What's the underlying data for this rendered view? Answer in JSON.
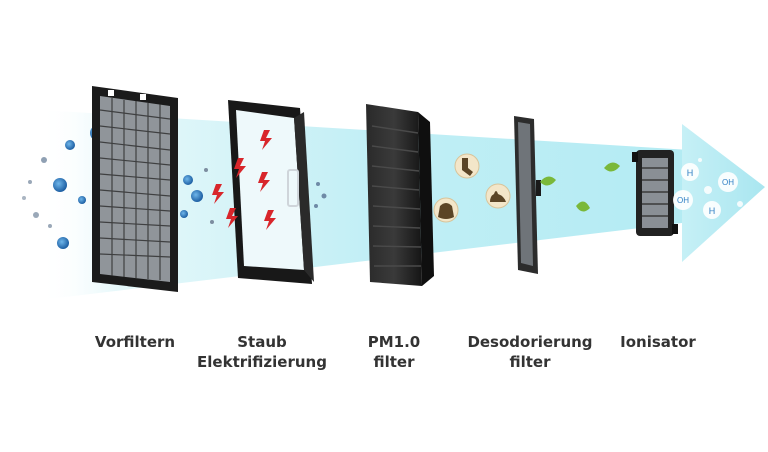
{
  "colors": {
    "airflow": "#bfeef5",
    "airflow_edge": "#8fdcea",
    "filter_dark": "#1f1f1f",
    "spark": "#d8262b",
    "leaf": "#7ab83a",
    "particle": "#2f7fc4",
    "label_text": "#333333"
  },
  "icons": [
    "dust-particle-icon",
    "lightning-icon",
    "sock-odor-icon",
    "garbage-bag-odor-icon",
    "pet-waste-odor-icon",
    "leaf-icon",
    "ion-h-icon",
    "ion-oh-icon",
    "arrow-head-icon"
  ],
  "ions": {
    "h": "H",
    "oh": "OH"
  },
  "stages": [
    {
      "id": "prefilter",
      "lines": [
        "Vorfiltern"
      ]
    },
    {
      "id": "dust-electrification",
      "lines": [
        "Staub",
        "Elektrifizierung"
      ]
    },
    {
      "id": "pm-filter",
      "lines": [
        "PM1.0",
        "filter"
      ]
    },
    {
      "id": "deodorization-filter",
      "lines": [
        "Desodorierung",
        "filter"
      ]
    },
    {
      "id": "ionizer",
      "lines": [
        "Ionisator"
      ]
    }
  ]
}
